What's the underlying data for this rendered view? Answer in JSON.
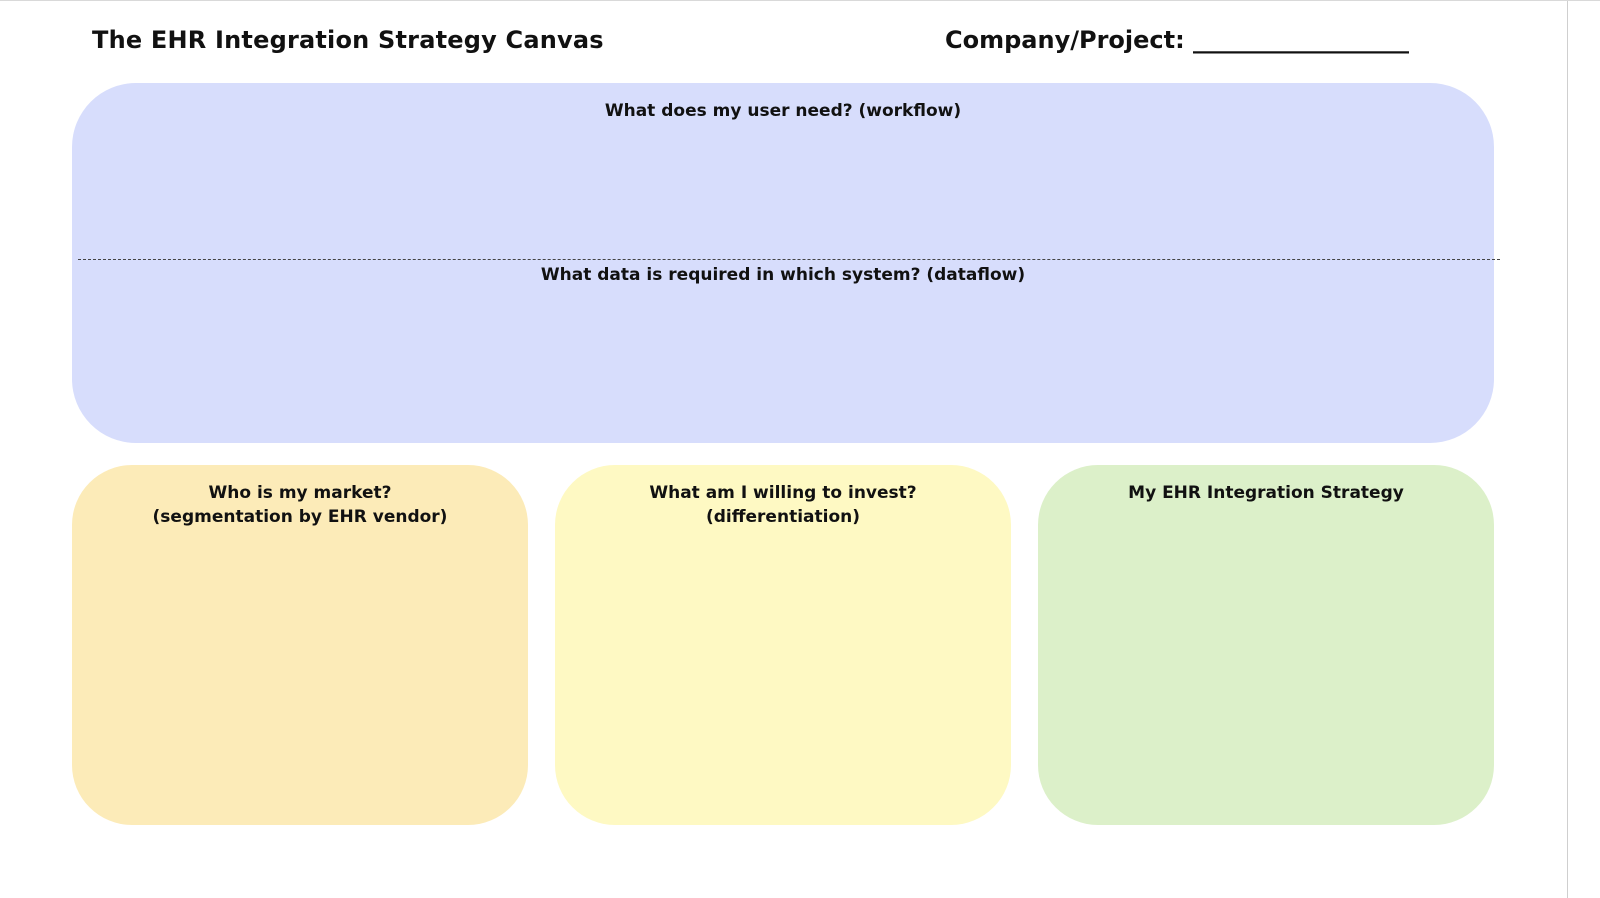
{
  "header": {
    "title": "The EHR Integration Strategy Canvas",
    "company_label": "Company/Project: __________________"
  },
  "sections": {
    "workflow": {
      "label": "What does my user need? (workflow)",
      "color": "#d7ddfc"
    },
    "dataflow": {
      "label": "What data is required in which system? (dataflow)",
      "color": "#d7ddfc"
    },
    "market": {
      "label_line1": "Who is my market?",
      "label_line2": "(segmentation by EHR vendor)",
      "color": "#fcebb8"
    },
    "invest": {
      "label_line1": "What am I willing to invest?",
      "label_line2": "(differentiation)",
      "color": "#fef9c3"
    },
    "strategy": {
      "label_line1": "My EHR Integration Strategy",
      "color": "#dcf0c9"
    }
  }
}
